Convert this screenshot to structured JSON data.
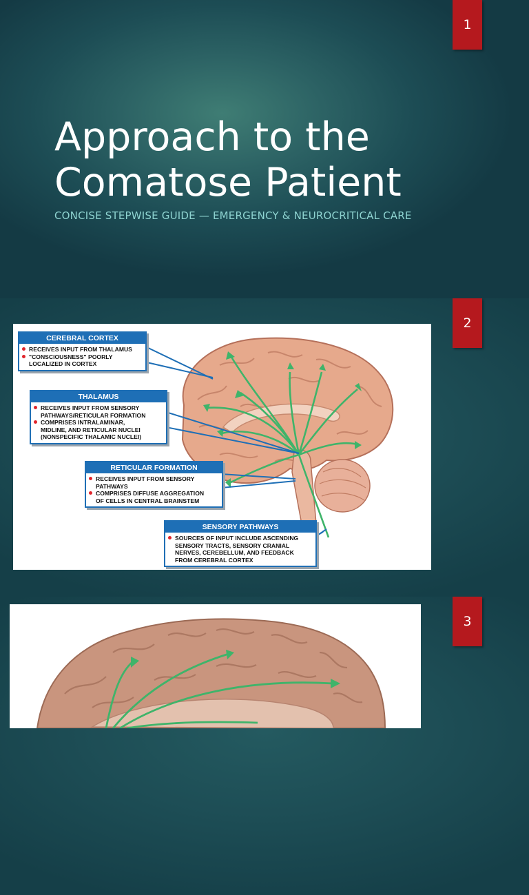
{
  "slide1": {
    "number": "1",
    "title_line1": "Approach to the",
    "title_line2": "Comatose Patient",
    "subtitle": "CONCISE STEPWISE GUIDE — EMERGENCY & NEUROCRITICAL CARE"
  },
  "slide2": {
    "number": "2",
    "callouts": {
      "cortex": {
        "heading": "CEREBRAL CORTEX",
        "items": [
          "RECEIVES INPUT FROM THALAMUS",
          "\"CONSCIOUSNESS\" POORLY\n   LOCALIZED IN CORTEX"
        ]
      },
      "thalamus": {
        "heading": "THALAMUS",
        "items": [
          "RECEIVES INPUT FROM SENSORY\n   PATHWAYS/RETICULAR FORMATION",
          "COMPRISES INTRALAMINAR,\n   MIDLINE,  AND RETICULAR NUCLEI\n   (NONSPECIFIC THALAMIC NUCLEI)"
        ]
      },
      "reticular": {
        "heading": "RETICULAR FORMATION",
        "items": [
          "RECEIVES INPUT FROM SENSORY\n   PATHWAYS",
          "COMPRISES DIFFUSE AGGREGATION\n   OF CELLS IN CENTRAL BRAINSTEM"
        ]
      },
      "sensory": {
        "heading": "SENSORY  PATHWAYS",
        "items": [
          "SOURCES OF INPUT INCLUDE ASCENDING\n   SENSORY TRACTS, SENSORY CRANIAL\n   NERVES, CEREBELLUM, AND FEEDBACK\n   FROM CEREBRAL CORTEX"
        ]
      }
    },
    "colors": {
      "callout_blue": "#1e6fb6",
      "pathway_green": "#3fb46a",
      "brain": "#e6a98c",
      "bullet_red": "#e0242b"
    }
  },
  "slide3": {
    "number": "3"
  },
  "colors": {
    "tab_red": "#b5191e",
    "subtitle_teal": "#8ed3d0",
    "background_teal": "#1d4d55"
  }
}
